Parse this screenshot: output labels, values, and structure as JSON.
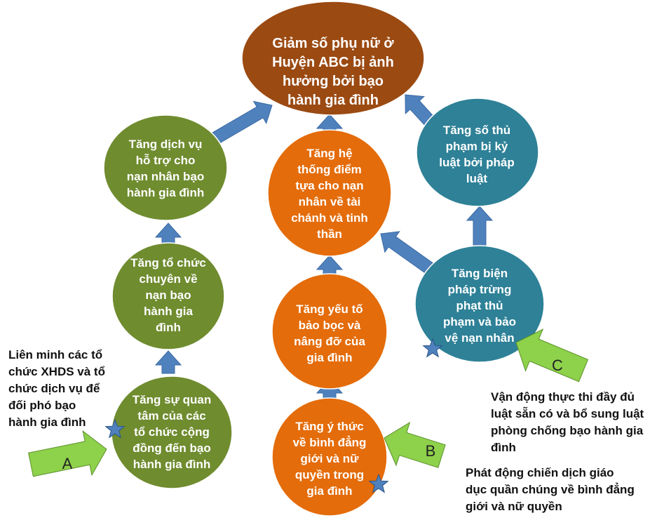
{
  "colors": {
    "goal": "#9b4a12",
    "green": "#6f8c2f",
    "orange": "#e46c0a",
    "teal": "#2e8197",
    "connector": "#4f81bd",
    "pointer": "#8ed14b",
    "star": "#4f81bd"
  },
  "nodes": {
    "goal": "Giảm số phụ nữ ở\nHuyện ABC bị ảnh\nhưởng bởi bạo\nhành gia đình",
    "green_top": "Tăng dịch vụ\nhỗ trợ cho\nnạn nhân bạo\nhành gia đình",
    "green_mid": "Tăng tổ chức\nchuyên về\nnạn bạo\nhành gia\nđình",
    "green_bottom": "Tăng sự quan\ntâm của các\ntổ chức cộng\nđồng đến bạo\nhành gia đình",
    "orange_top": "Tăng hệ\nthống điểm\ntựa cho nạn\nnhân về tài\nchánh và tinh\nthần",
    "orange_mid": "Tăng yếu tố\nbảo bọc và\nnâng đỡ của\ngia đình",
    "orange_bottom": "Tăng ý thức\nvề bình đẳng\ngiới và nữ\nquyền trong\ngia đình",
    "teal_top": "Tăng số thủ\nphạm bị kỷ\nluật bởi pháp\nluật",
    "teal_bottom": "Tăng biện\npháp trừng\nphạt thủ\nphạm và bảo\nvệ nạn nhân"
  },
  "pointers": {
    "a": "A",
    "b": "B",
    "c": "C"
  },
  "notes": {
    "a": "Liên minh các tổ\nchức XHDS và tổ\nchức dịch vụ để\nđối phó bạo\nhành gia đình",
    "b": "Phát động chiến dịch giáo\ndục quần chúng về bình đẳng\ngiới và nữ quyền",
    "c": "Vận động thực thi đầy đủ\nluật sẵn có và bổ sung luật\nphòng chống bạo hành gia\nđình"
  }
}
